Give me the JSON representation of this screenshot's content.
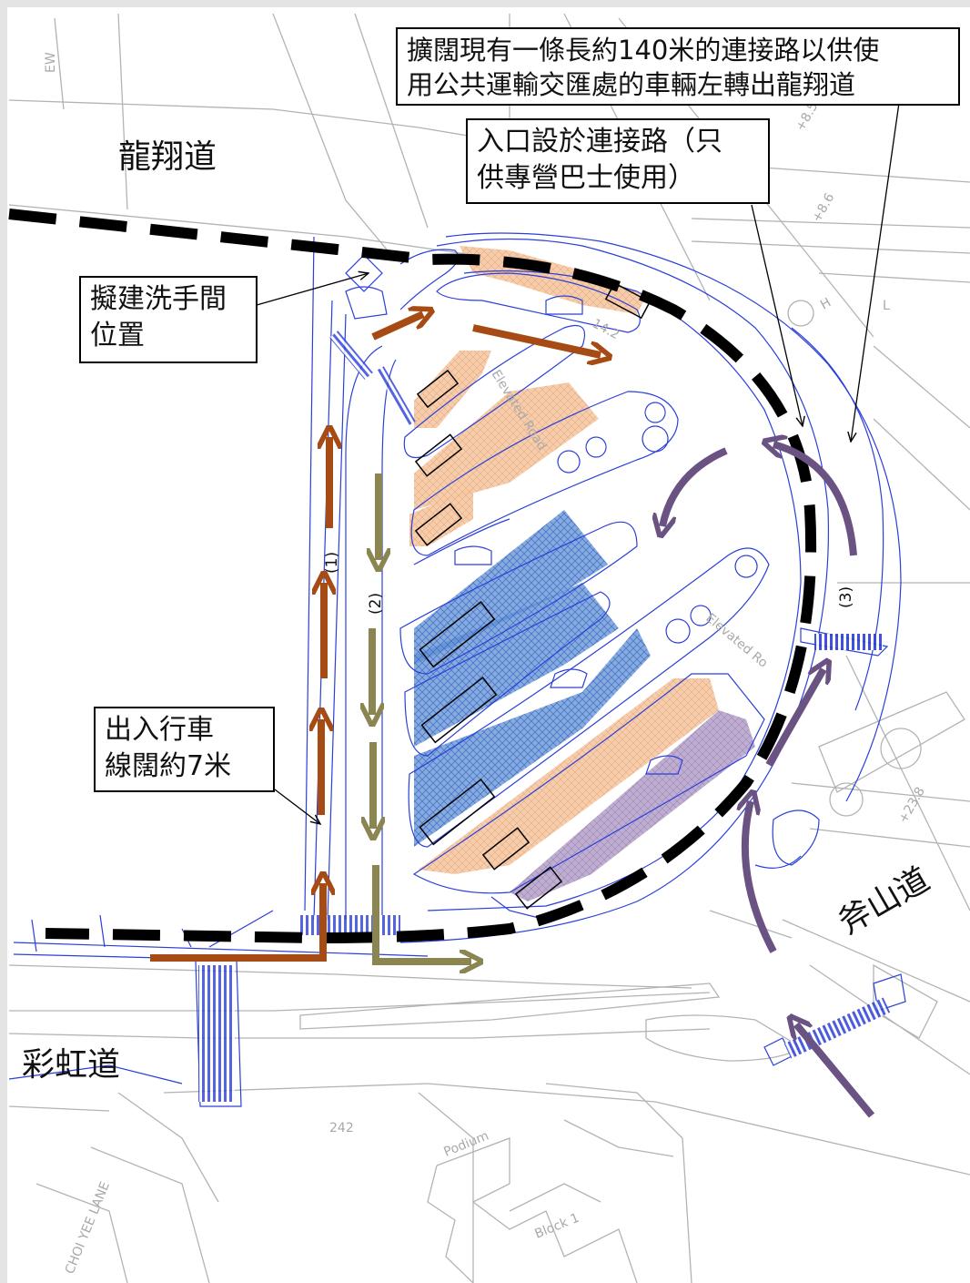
{
  "place_names": {
    "lung_cheung_road": "龍翔道",
    "choi_hung_road": "彩虹道",
    "clear_water_bay_road": "斧山道"
  },
  "callouts": {
    "connecting_road": "擴闊現有一條長約140米的連接路以供使\n用公共運輸交匯處的車輛左轉出龍翔道",
    "entrance": "入口設於連接路（只\n供專營巴士使用）",
    "toilet": "擬建洗手間\n位置",
    "lane_width": "出入行車\n線闊約7米"
  },
  "route_labels": {
    "route1": "(1)",
    "route2": "(2)",
    "route3": "(3)"
  },
  "base_map_text": {
    "elevated_road_upper": "Elevated Road",
    "elevated_road_lower": "Elevated Ro",
    "podium": "Podium",
    "block": "Block 1",
    "lane": "CHOI YEE LANE",
    "lot": "242",
    "level_1": "+8.5",
    "level_2": "+8.6",
    "level_3": "+23.8",
    "level_4": "14.2",
    "ew": "EW",
    "letter_h": "H",
    "letter_l": "L"
  },
  "colors": {
    "route1_arrow": "#a64b14",
    "route2_arrow": "#8b8552",
    "route3_arrow": "#6a5383",
    "orange_bay": "#f6c9a3",
    "blue_bay": "#5f8fd6",
    "purple_bay": "#b8a6cc",
    "base_blue": "#2b3fd9",
    "base_gray": "#b3b3b3"
  }
}
